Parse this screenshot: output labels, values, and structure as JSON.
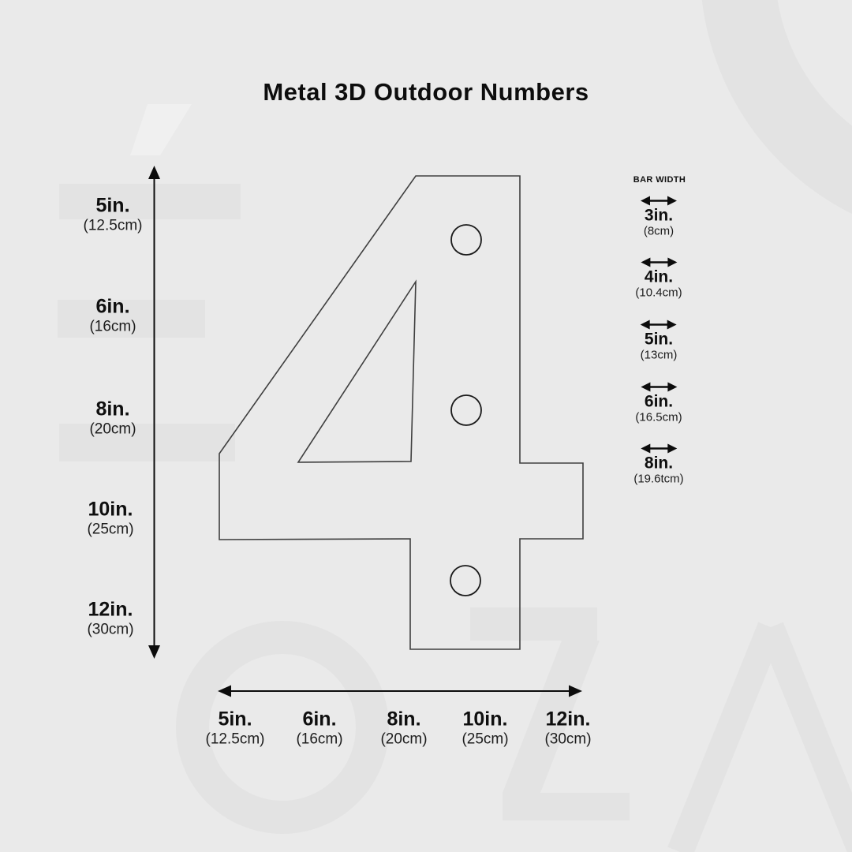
{
  "title": "Metal 3D Outdoor Numbers",
  "figure": {
    "number": "4",
    "mounting_holes": 3
  },
  "heights": {
    "items": [
      {
        "in": "5in.",
        "cm": "(12.5cm)"
      },
      {
        "in": "6in.",
        "cm": "(16cm)"
      },
      {
        "in": "8in.",
        "cm": "(20cm)"
      },
      {
        "in": "10in.",
        "cm": "(25cm)"
      },
      {
        "in": "12in.",
        "cm": "(30cm)"
      }
    ]
  },
  "bar_width": {
    "heading": "BAR WIDTH",
    "items": [
      {
        "in": "3in.",
        "cm": "(8cm)"
      },
      {
        "in": "4in.",
        "cm": "(10.4cm)"
      },
      {
        "in": "5in.",
        "cm": "(13cm)"
      },
      {
        "in": "6in.",
        "cm": "(16.5cm)"
      },
      {
        "in": "8in.",
        "cm": "(19.6tcm)"
      }
    ]
  },
  "widths": {
    "items": [
      {
        "in": "5in.",
        "cm": "(12.5cm)"
      },
      {
        "in": "6in.",
        "cm": "(16cm)"
      },
      {
        "in": "8in.",
        "cm": "(20cm)"
      },
      {
        "in": "10in.",
        "cm": "(25cm)"
      },
      {
        "in": "12in.",
        "cm": "(30cm)"
      }
    ]
  },
  "colors": {
    "background": "#eaeaea",
    "watermark": "#e3e3e3",
    "watermark_light": "#f0f0f0",
    "outline": "#3f3f3f",
    "arrow": "#111111",
    "text": "#111111"
  }
}
